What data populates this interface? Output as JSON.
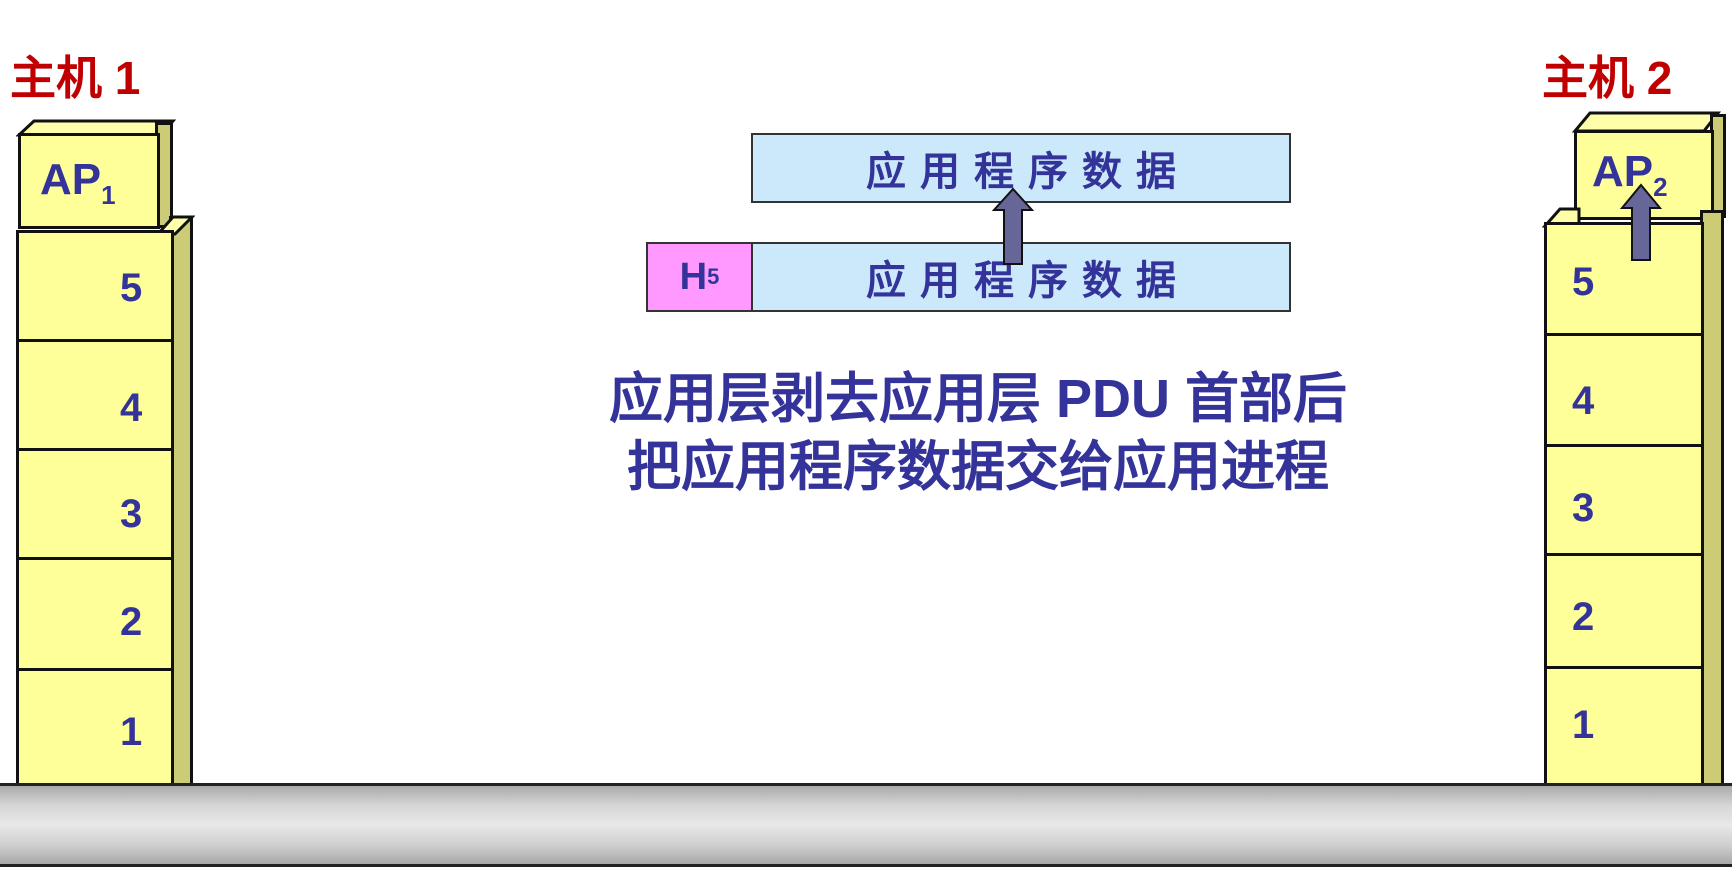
{
  "diagram": {
    "host1": {
      "label": "主机 1",
      "ap": {
        "name": "AP",
        "sub": "1"
      },
      "layers": [
        "5",
        "4",
        "3",
        "2",
        "1"
      ]
    },
    "host2": {
      "label": "主机 2",
      "ap": {
        "name": "AP",
        "sub": "2"
      },
      "layers": [
        "5",
        "4",
        "3",
        "2",
        "1"
      ]
    },
    "pdu": {
      "top_data": "应用程序数据",
      "header": {
        "name": "H",
        "sub": "5"
      },
      "bottom_data": "应用程序数据"
    },
    "caption": {
      "line1": "应用层剥去应用层 PDU 首部后",
      "line2": "把应用程序数据交给应用进程"
    },
    "colors": {
      "host_label": "#c00000",
      "layer_box": "#ffff99",
      "layer_side": "#cccc77",
      "text": "#333399",
      "data_box": "#cce9fb",
      "header_box": "#ff99ff",
      "arrow": "#666699"
    }
  }
}
